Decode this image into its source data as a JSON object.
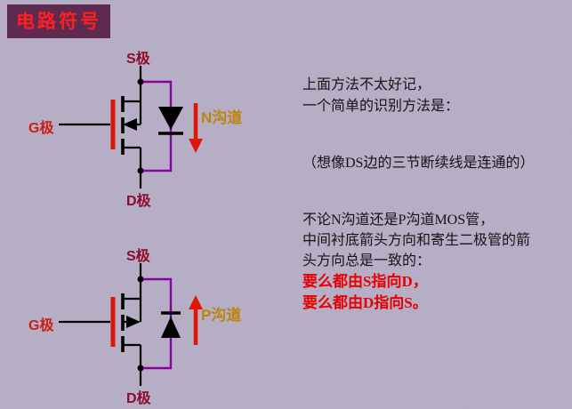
{
  "title": "电路符号",
  "diagrams": {
    "n_channel": {
      "source_label": "S极",
      "gate_label": "G极",
      "drain_label": "D极",
      "channel_label": "N沟道"
    },
    "p_channel": {
      "source_label": "S极",
      "gate_label": "G极",
      "drain_label": "D极",
      "channel_label": "P沟道"
    }
  },
  "notes": {
    "memo_line1": "上面方法不太好记，",
    "memo_line2": "一个简单的识别方法是：",
    "hint": "（想像DS边的三节断续线是连通的）",
    "rule_line1": "不论N沟道还是P沟道MOS管，",
    "rule_line2": "中间衬底箭头方向和寄生二极管的箭",
    "rule_line3": "头方向总是一致的：",
    "rule_red1": "要么都由S指向D，",
    "rule_red2": "要么都由D指向S。"
  },
  "colors": {
    "background": "#b6aec6",
    "title_bg": "#5e2a50",
    "title_text": "#ff1f1f",
    "terminal_label": "#8e0a32",
    "gate_label": "#cc1f10",
    "channel_label": "#bd840f",
    "gate_red": "#dd1505",
    "wire_purple": "#8b00a3",
    "diode_black": "#000000",
    "text_black": "#141414",
    "rule_red": "#e60000"
  }
}
